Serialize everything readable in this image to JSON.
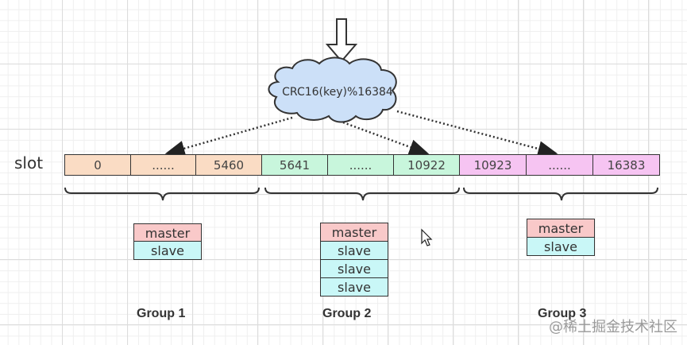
{
  "diagram": {
    "hash_function": "CRC16(key)%16384",
    "slot_label": "slot",
    "slot_cells": [
      {
        "text": "0",
        "group": 1
      },
      {
        "text": "......",
        "group": 1
      },
      {
        "text": "5460",
        "group": 1
      },
      {
        "text": "5641",
        "group": 2
      },
      {
        "text": "......",
        "group": 2
      },
      {
        "text": "10922",
        "group": 2
      },
      {
        "text": "10923",
        "group": 3
      },
      {
        "text": "......",
        "group": 3
      },
      {
        "text": "16383",
        "group": 3
      }
    ],
    "groups": [
      {
        "label": "Group 1",
        "master": "master",
        "slaves": [
          "slave"
        ]
      },
      {
        "label": "Group 2",
        "master": "master",
        "slaves": [
          "slave",
          "slave",
          "slave"
        ]
      },
      {
        "label": "Group 3",
        "master": "master",
        "slaves": [
          "slave"
        ]
      }
    ],
    "colors": {
      "group1": "#fadcc4",
      "group2": "#c8f6dc",
      "group3": "#f6c4f2",
      "master": "#f9c9c9",
      "slave": "#c9f7f7",
      "cloud": "#cce0f8"
    },
    "watermark": "@稀土掘金技术社区"
  }
}
